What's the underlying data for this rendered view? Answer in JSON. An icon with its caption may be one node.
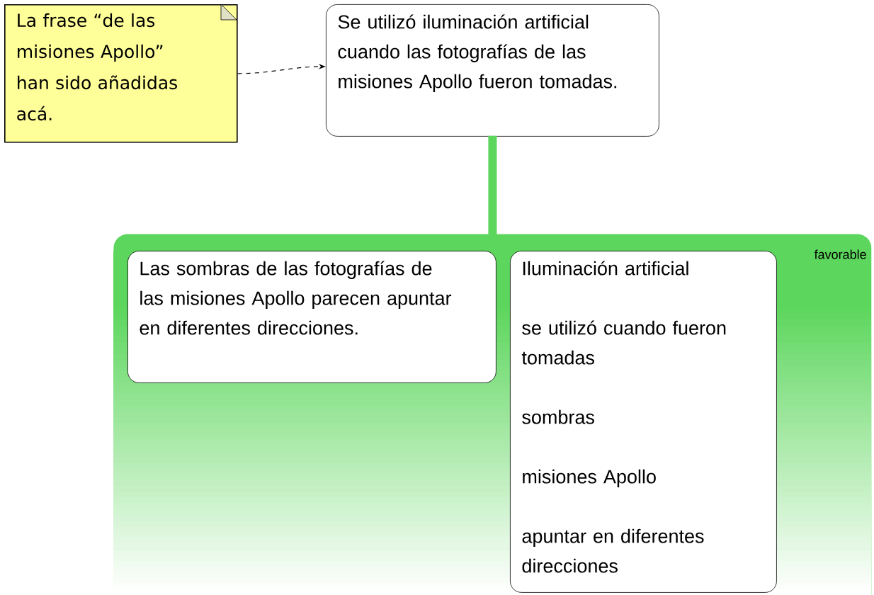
{
  "diagram": {
    "nodes": [
      {
        "text": [
          "La frase “de las misiones Apollo” han sido añadidas acá."
        ]
      },
      {
        "text": [
          "Se utilizó iluminación artificial cuando las fotografías de las misiones Apollo fueron tomadas."
        ]
      },
      {
        "text": [
          "favorable"
        ]
      },
      {
        "text": [
          "Las sombras de las fotografías de las misiones Apollo parecen apuntar en diferentes direcciones."
        ],
        "in": 2
      },
      {
        "text": [
          "Iluminación artificial",
          "se utilizó cuando fueron tomadas",
          "sombras",
          "misiones Apollo",
          "apuntar en diferentes direcciones"
        ],
        "in": 2
      }
    ],
    "edges": [
      {
        "from": 0,
        "to": 1,
        "arrow": "to",
        "style": "dashed"
      },
      {
        "from": 1,
        "to": 2,
        "arrow": "none",
        "style": "thick",
        "color": "#5cd65c"
      }
    ]
  }
}
